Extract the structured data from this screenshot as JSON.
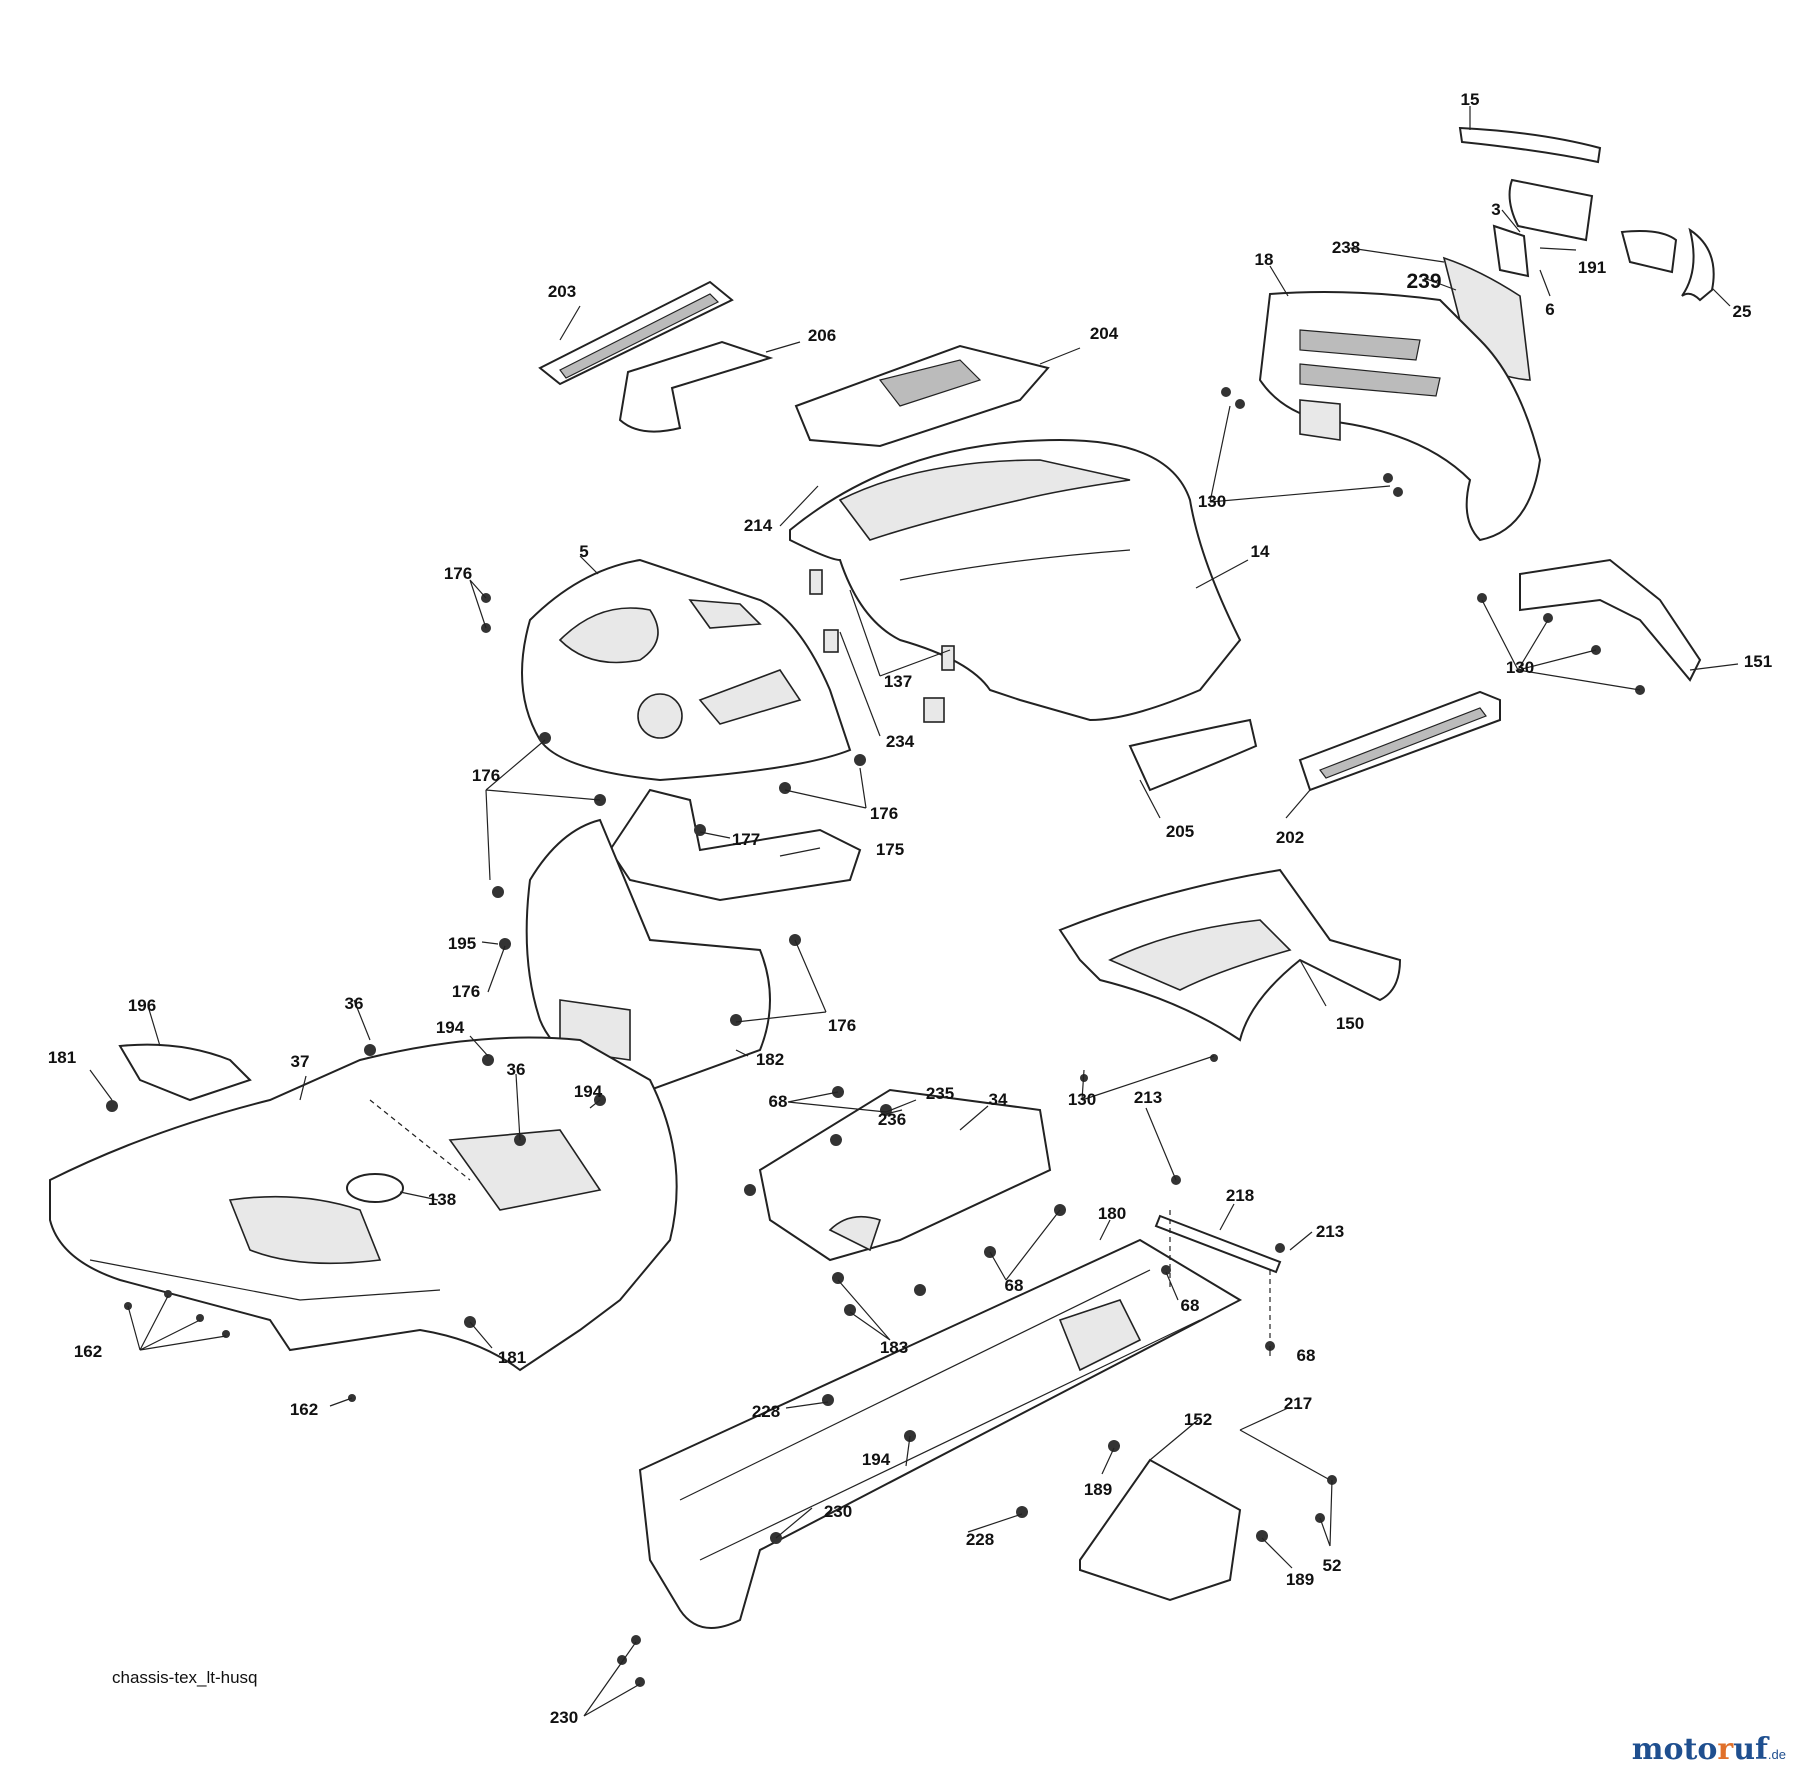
{
  "caption": "chassis-tex_lt-husq",
  "brand": {
    "part1": "moto",
    "part2": "r",
    "part3": "uf",
    "tld": ".de"
  },
  "labels": {
    "l15": "15",
    "l3": "3",
    "l238": "238",
    "l239": "239",
    "l191": "191",
    "l6": "6",
    "l25": "25",
    "l18": "18",
    "l203": "203",
    "l206": "206",
    "l204": "204",
    "l130a": "130",
    "l214": "214",
    "l5": "5",
    "l176a": "176",
    "l14": "14",
    "l137": "137",
    "l234": "234",
    "l130b": "130",
    "l151": "151",
    "l176b": "176",
    "l177": "177",
    "l176c": "176",
    "l175": "175",
    "l205": "205",
    "l202": "202",
    "l195": "195",
    "l176d": "176",
    "l176e": "176",
    "l150": "150",
    "l196": "196",
    "l36a": "36",
    "l182": "182",
    "l181a": "181",
    "l37": "37",
    "l194a": "194",
    "l36b": "36",
    "l194b": "194",
    "l130c": "130",
    "l68a": "68",
    "l235": "235",
    "l236": "236",
    "l34": "34",
    "l213a": "213",
    "l218": "218",
    "l138": "138",
    "l180": "180",
    "l213b": "213",
    "l68b": "68",
    "l68c": "68",
    "l162a": "162",
    "l181b": "181",
    "l183": "183",
    "l68d": "68",
    "l162b": "162",
    "l228a": "228",
    "l217": "217",
    "l152": "152",
    "l194c": "194",
    "l189a": "189",
    "l230a": "230",
    "l228b": "228",
    "l189b": "189",
    "l52": "52",
    "l230b": "230"
  }
}
